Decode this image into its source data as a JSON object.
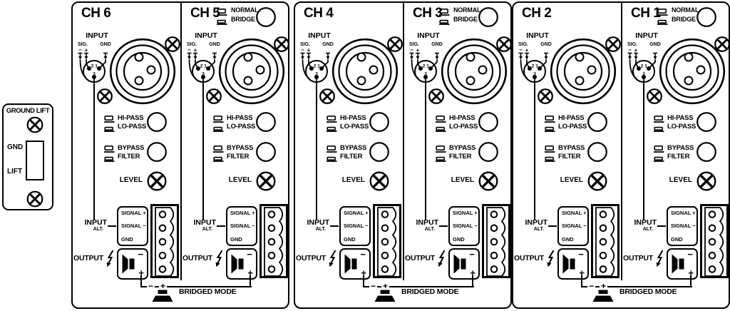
{
  "panel": {
    "ground_lift": {
      "title": "GROUND LIFT",
      "gnd": "GND",
      "lift": "LIFT"
    },
    "strings": {
      "input": "INPUT",
      "sig": "SIG.",
      "gnd": "GND",
      "minus": "−",
      "plus": "+",
      "pin1": "1",
      "pin2": "2",
      "pin3": "3",
      "normal": "NORMAL",
      "bridge": "BRIDGE",
      "hi_pass": "HI-PASS",
      "lo_pass": "LO-PASS",
      "bypass": "BYPASS",
      "filter": "FILTER",
      "level": "LEVEL",
      "signal_plus": "SIGNAL +",
      "signal_minus": "SIGNAL −",
      "alt": "ALT.",
      "output": "OUTPUT",
      "bridged_mode": "BRIDGED MODE"
    },
    "modules": [
      {
        "channels": [
          {
            "label": "CH 6",
            "bridge_switch": false
          },
          {
            "label": "CH 5",
            "bridge_switch": true
          }
        ]
      },
      {
        "channels": [
          {
            "label": "CH 4",
            "bridge_switch": false
          },
          {
            "label": "CH 3",
            "bridge_switch": true
          }
        ]
      },
      {
        "channels": [
          {
            "label": "CH 2",
            "bridge_switch": false
          },
          {
            "label": "CH 1",
            "bridge_switch": true
          }
        ]
      }
    ]
  }
}
